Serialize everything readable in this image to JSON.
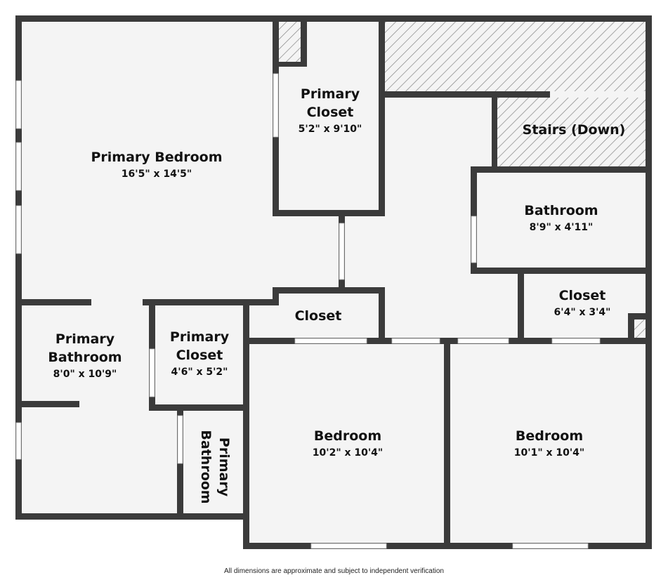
{
  "rooms": {
    "primary_bedroom": {
      "name": "Primary Bedroom",
      "dims": "16'5\" x 14'5\""
    },
    "primary_closet_top": {
      "name_1": "Primary",
      "name_2": "Closet",
      "dims": "5'2\" x 9'10\""
    },
    "stairs": {
      "name": "Stairs (Down)"
    },
    "bathroom": {
      "name": "Bathroom",
      "dims": "8'9\" x 4'11\""
    },
    "closet_right": {
      "name": "Closet",
      "dims": "6'4\" x 3'4\""
    },
    "closet_mid": {
      "name": "Closet"
    },
    "primary_bathroom": {
      "name_1": "Primary",
      "name_2": "Bathroom",
      "dims": "8'0\" x 10'9\""
    },
    "primary_closet_small": {
      "name_1": "Primary",
      "name_2": "Closet",
      "dims": "4'6\" x 5'2\""
    },
    "primary_bathroom_small": {
      "name_1": "Primary",
      "name_2": "Bathroom"
    },
    "bedroom_left": {
      "name": "Bedroom",
      "dims": "10'2\" x 10'4\""
    },
    "bedroom_right": {
      "name": "Bedroom",
      "dims": "10'1\" x 10'4\""
    }
  },
  "footer": "All dimensions are approximate and subject to independent verification",
  "colors": {
    "wall": "#3b3b3b",
    "floor": "#f4f4f4",
    "hatch": "#8a8a8a"
  }
}
